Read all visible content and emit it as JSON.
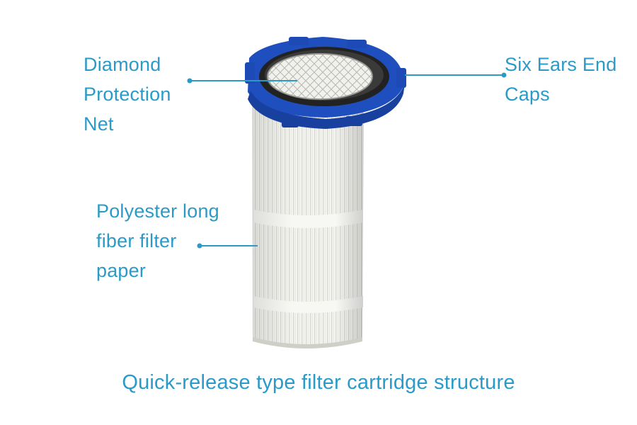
{
  "callouts": {
    "diamond_net": [
      "Diamond",
      "Protection",
      "Net"
    ],
    "six_ears": [
      "Six Ears End",
      "Caps"
    ],
    "polyester": [
      "Polyester long",
      "fiber filter",
      "paper"
    ]
  },
  "caption": "Quick-release type filter cartridge structure",
  "colors": {
    "label_text": "#2a9bc9",
    "leader_line": "#2a9bc9",
    "end_cap": "#1f4fbf",
    "filter_media": "#f2f2ef"
  },
  "icons": {
    "leader_dot": "filled-circle"
  }
}
